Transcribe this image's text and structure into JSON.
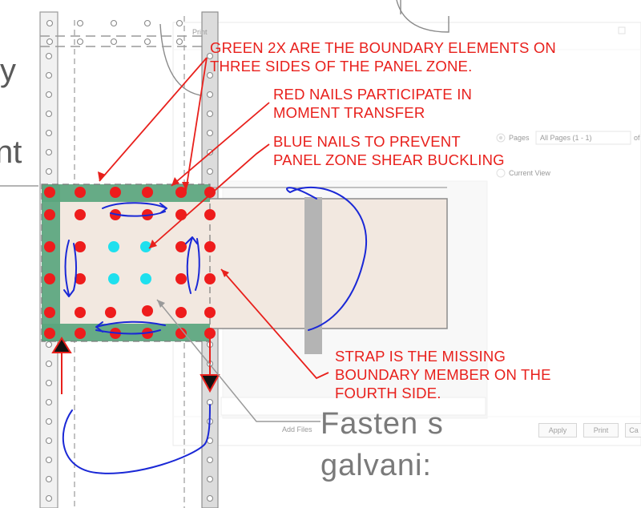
{
  "annotations": {
    "green_boundary": [
      "GREEN 2X ARE THE BOUNDARY ELEMENTS ON",
      "THREE SIDES OF THE PANEL ZONE."
    ],
    "red_nails": [
      "RED NAILS PARTICIPATE IN",
      "MOMENT TRANSFER"
    ],
    "blue_nails": [
      "BLUE NAILS TO PREVENT",
      "PANEL ZONE SHEAR BUCKLING"
    ],
    "strap": [
      "STRAP IS THE MISSING",
      "BOUNDARY MEMBER ON THE",
      "FOURTH SIDE."
    ]
  },
  "background_text": {
    "fasten_line1": "Fasten s",
    "fasten_line2": "galvani:",
    "left_fragment_1": "y",
    "left_fragment_2": "nt"
  },
  "print_dialog": {
    "title": "Print",
    "pages_label": "Pages",
    "pages_value": "All Pages (1 - 1)",
    "of_label": "of",
    "current_view_label": "Current View",
    "add_files_label": "Add Files",
    "buttons": [
      "Apply",
      "Print",
      "Ca"
    ]
  },
  "colors": {
    "annotation_red": "#e8201c",
    "red_nail": "#ee1c1c",
    "blue_nail": "#1fe0ee",
    "blue_ink": "#1a28d6",
    "green_boundary": "#5aa57e",
    "panel_fill": "#f2e8e0",
    "strap_gray": "#b4b4b4"
  },
  "icons": {
    "arrow_up": "triangle-up-icon",
    "arrow_down": "triangle-down-icon"
  }
}
